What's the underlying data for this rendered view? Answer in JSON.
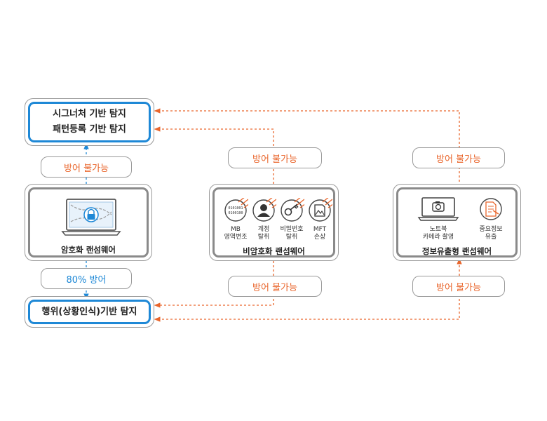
{
  "signature_box": {
    "line1": "시그너처 기반 탐지",
    "line2": "패턴등록 기반 탐지"
  },
  "behavior_box": {
    "label": "행위(상황인식)기반 탐지"
  },
  "pills": {
    "left_top": "방어 불가능",
    "left_bottom": "80% 방어",
    "mid_top": "방어 불가능",
    "mid_bottom": "방어 불가능",
    "right_top": "방어 불가능",
    "right_bottom": "방어 불가능"
  },
  "encrypt_ransomware": {
    "title": "암호화 랜섬웨어"
  },
  "nonencrypt_ransomware": {
    "title": "비암호화 랜섬웨어",
    "items": [
      {
        "label_line1": "MB",
        "label_line2": "영역변조",
        "icon": "binary-data-icon",
        "icon_text_1": "0101001",
        "icon_text_2": "0100100"
      },
      {
        "label_line1": "계정",
        "label_line2": "탈취",
        "icon": "user-account-icon"
      },
      {
        "label_line1": "비밀번호",
        "label_line2": "탈취",
        "icon": "key-icon"
      },
      {
        "label_line1": "MFT",
        "label_line2": "손상",
        "icon": "damaged-file-icon"
      }
    ]
  },
  "exfil_ransomware": {
    "title": "정보유출형 랜섬웨어",
    "items": [
      {
        "label_line1": "노트북",
        "label_line2": "카메라 촬영",
        "icon": "laptop-camera-icon"
      },
      {
        "label_line1": "중요정보",
        "label_line2": "유출",
        "icon": "document-leak-icon"
      }
    ]
  },
  "colors": {
    "accent_blue": "#1e88d6",
    "accent_orange": "#e9662c",
    "border_gray": "#9a9a9a",
    "inner_gray": "#8a8a8a"
  }
}
